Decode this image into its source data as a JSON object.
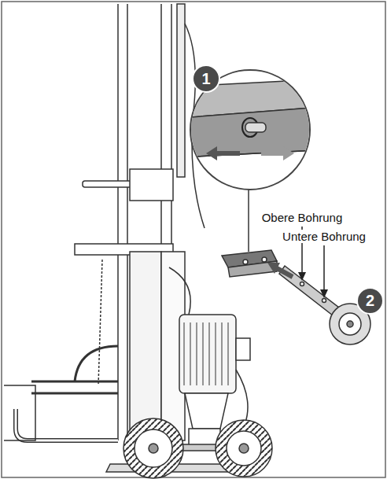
{
  "diagram": {
    "nodes": [
      {
        "text": [
          "1"
        ]
      },
      {
        "text": [
          "2"
        ]
      }
    ],
    "labels": [
      "Obere Bohrung",
      "Untere Bohrung"
    ]
  }
}
